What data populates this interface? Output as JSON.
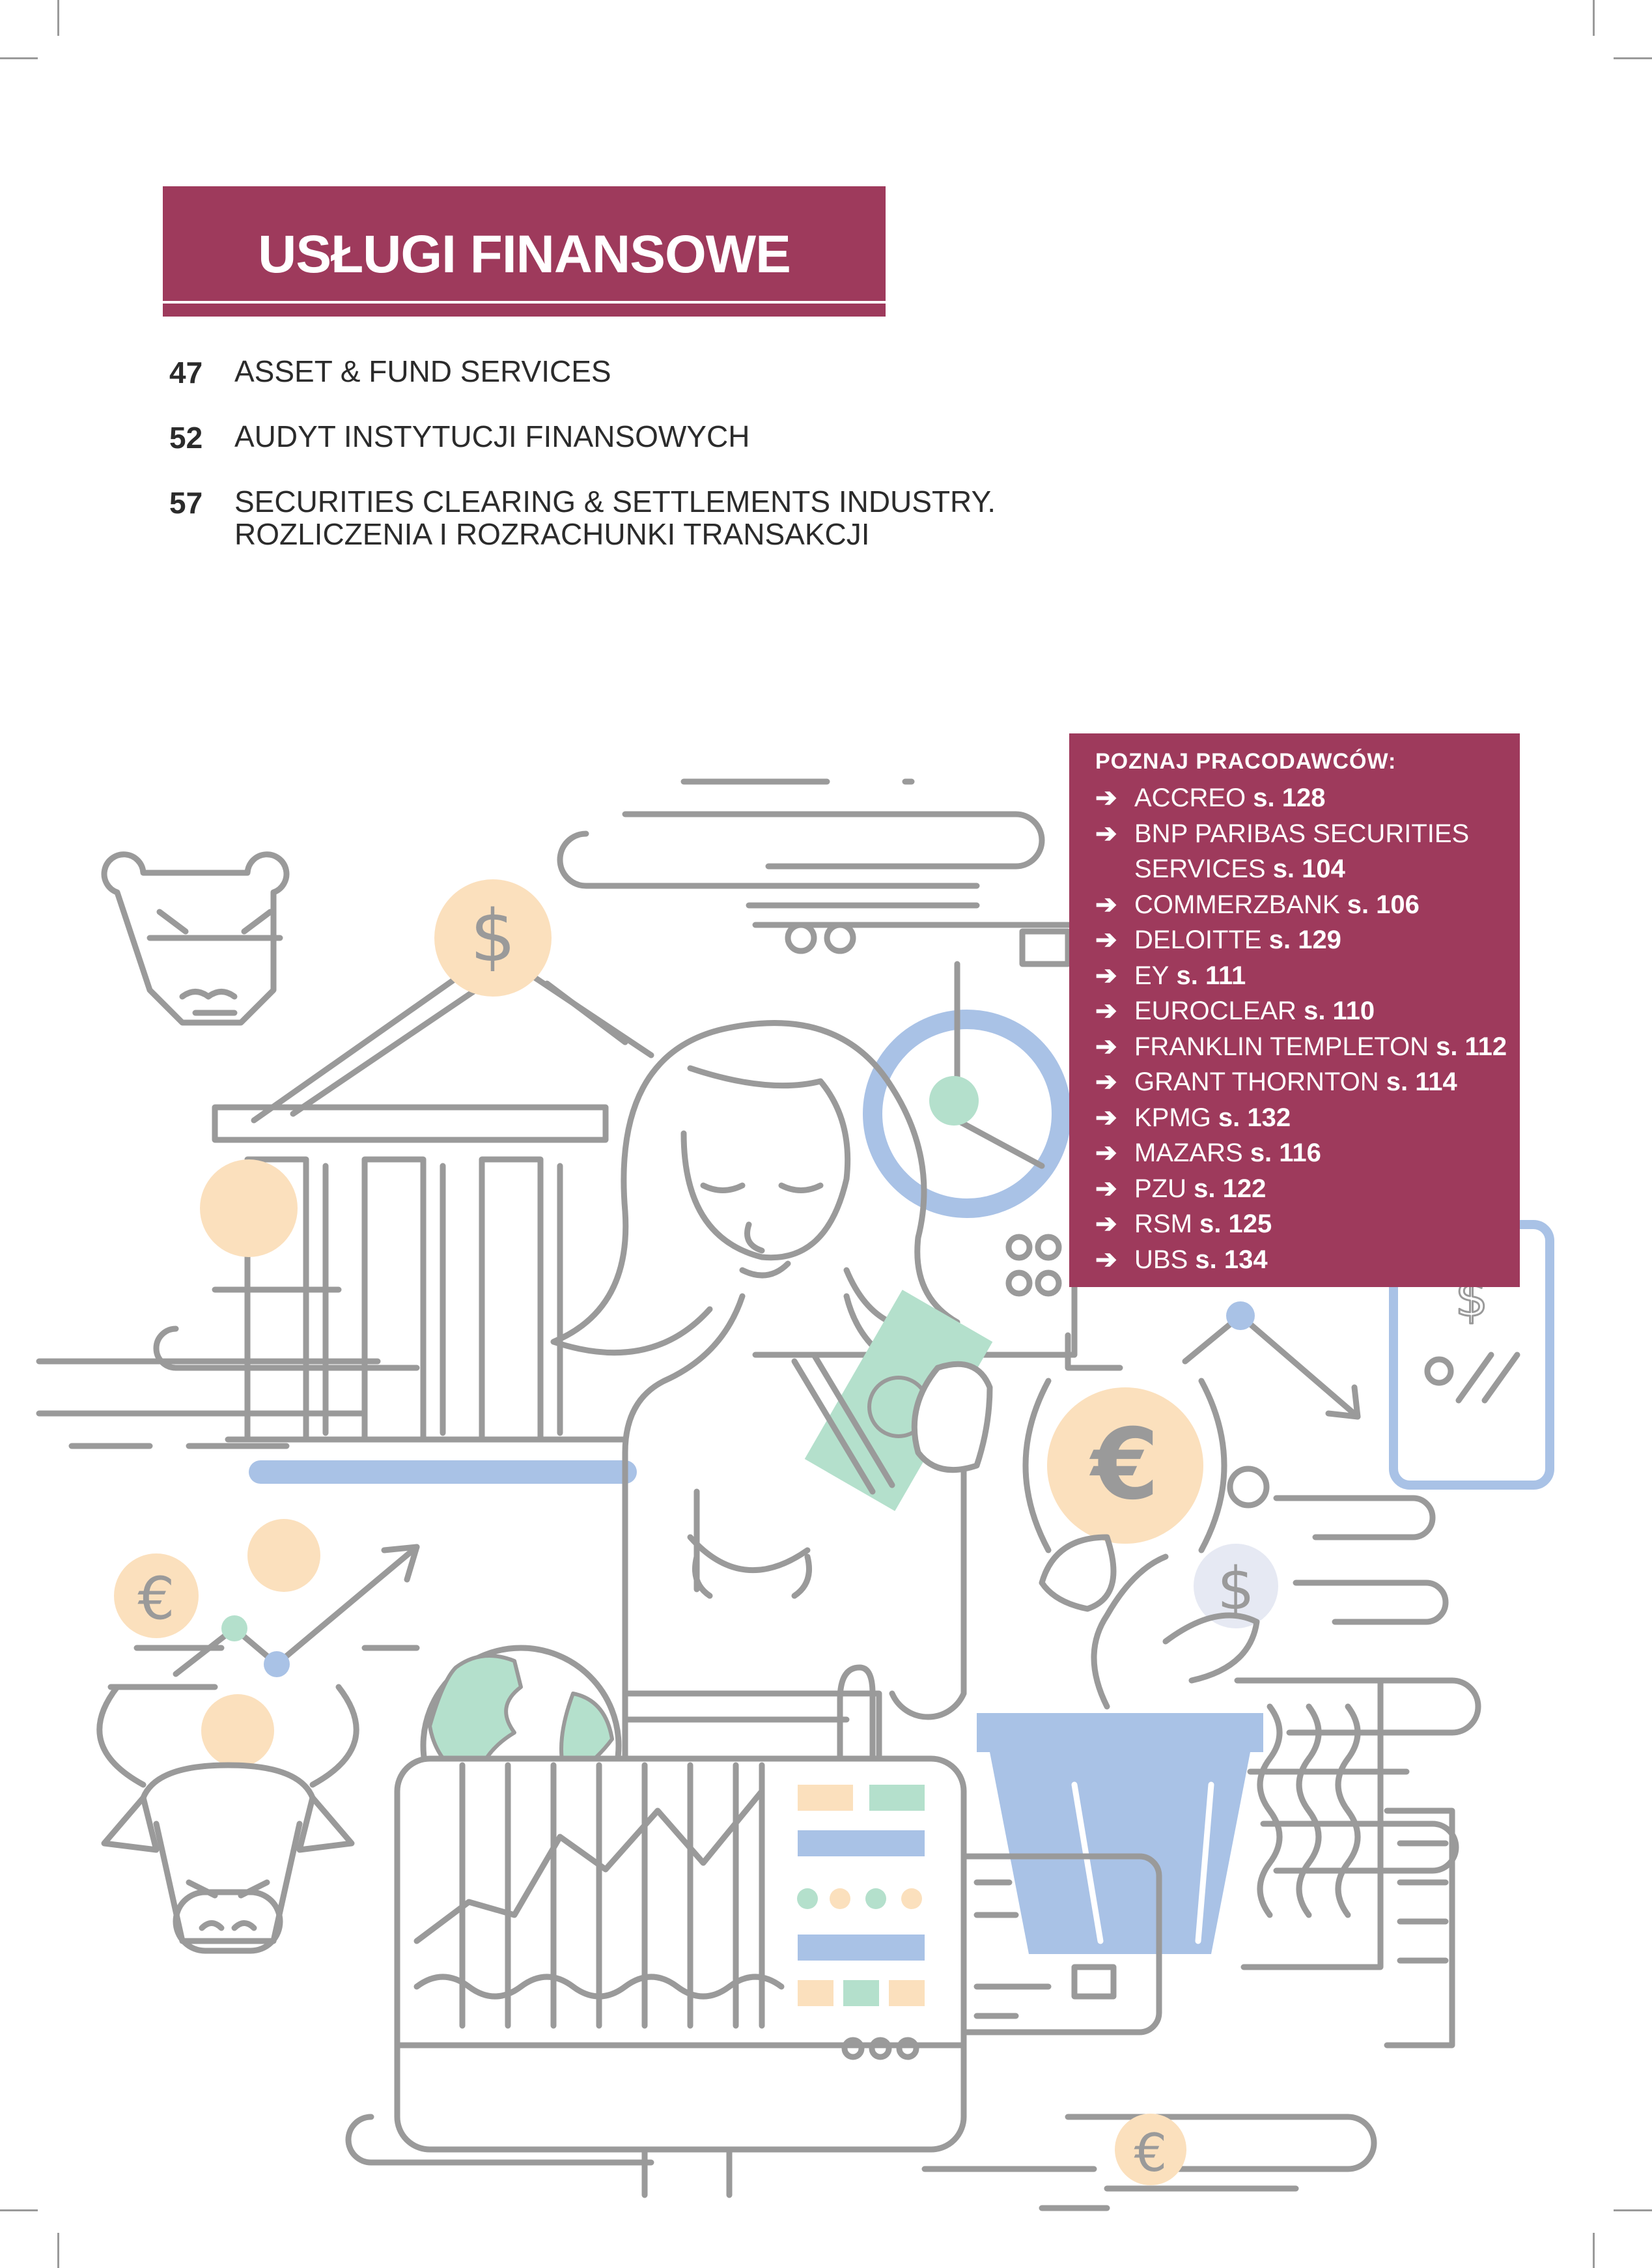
{
  "section": {
    "title": "USŁUGI FINANSOWE"
  },
  "toc": [
    {
      "number": "47",
      "title": "ASSET & FUND SERVICES"
    },
    {
      "number": "52",
      "title": "AUDYT INSTYTUCJI FINANSOWYCH"
    },
    {
      "number": "57",
      "title_line1": "SECURITIES CLEARING & SETTLEMENTS INDUSTRY.",
      "title_line2": "ROZLICZENIA I ROZRACHUNKI TRANSAKCJI"
    }
  ],
  "employers": {
    "heading": "POZNAJ PRACODAWCÓW:",
    "arrow": "➔",
    "items": [
      {
        "name": "ACCREO",
        "page": "s. 128"
      },
      {
        "name": "BNP PARIBAS SECURITIES",
        "name_cont": "SERVICES",
        "page": "s. 104"
      },
      {
        "name": "COMMERZBANK",
        "page": "s. 106"
      },
      {
        "name": "DELOITTE",
        "page": "s. 129"
      },
      {
        "name": "EY",
        "page": "s. 111"
      },
      {
        "name": "EUROCLEAR",
        "page": "s. 110"
      },
      {
        "name": "FRANKLIN TEMPLETON",
        "page": "s. 112"
      },
      {
        "name": "GRANT THORNTON",
        "page": "s. 114"
      },
      {
        "name": "KPMG",
        "page": "s. 132"
      },
      {
        "name": "MAZARS",
        "page": "s. 116"
      },
      {
        "name": "PZU",
        "page": "s. 122"
      },
      {
        "name": "RSM",
        "page": "s. 125"
      },
      {
        "name": "UBS",
        "page": "s. 134"
      }
    ]
  },
  "illustration": {
    "currency_symbols": {
      "dollar": "$",
      "euro": "€"
    },
    "colors": {
      "brand": "#9e3a5c",
      "line": "#9a9a9a",
      "orange": "#fbe0bd",
      "green": "#b4e0cc",
      "blue": "#a9c2e6"
    },
    "icons": [
      "bear-icon",
      "bull-icon",
      "bank-building-icon",
      "woman-with-banknote-icon",
      "globe-icon",
      "monitor-chart-icon",
      "plant-pot-icon",
      "credit-card-icon",
      "tablet-icon",
      "euro-coin-icon",
      "dollar-coin-icon"
    ]
  }
}
